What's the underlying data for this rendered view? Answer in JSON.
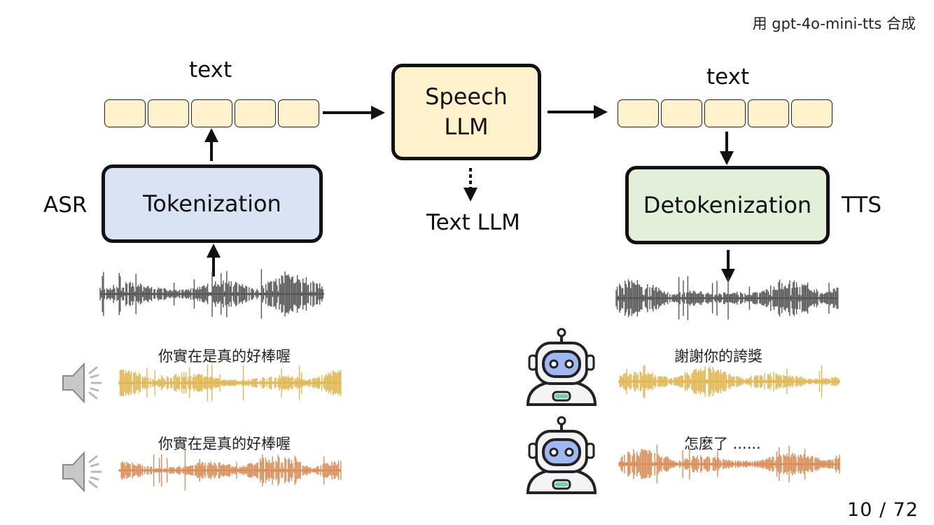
{
  "header_note": "用 gpt-4o-mini-tts 合成",
  "page_number": "10 / 72",
  "left": {
    "token_label": "text",
    "tokenizer_label": "Tokenization",
    "tokenizer_role": "ASR",
    "token_count": 5
  },
  "center": {
    "speech_llm_line1": "Speech",
    "speech_llm_line2": "LLM",
    "text_llm_label": "Text LLM"
  },
  "right": {
    "token_label": "text",
    "detokenizer_label": "Detokenization",
    "detokenizer_role": "TTS",
    "token_count": 5
  },
  "dialogue": [
    {
      "user_text": "你實在是真的好棒喔",
      "user_wave_color": "#e0b651",
      "reply_text": "謝謝你的誇獎",
      "reply_wave_color": "#e0b651"
    },
    {
      "user_text": "你實在是真的好棒喔",
      "user_wave_color": "#d98c56",
      "reply_text": "怎麼了 ......",
      "reply_wave_color": "#d98c56"
    }
  ],
  "colors": {
    "tokenizer_fill": "#dae3f3",
    "detokenizer_fill": "#e2f0d9",
    "llm_fill": "#fff2cc",
    "token_fill": "#fff2cc",
    "input_wave": "#555555",
    "output_wave": "#555555"
  },
  "icons": [
    "speaker-icon",
    "robot-icon",
    "arrow-icon",
    "dotted-arrow-icon"
  ]
}
